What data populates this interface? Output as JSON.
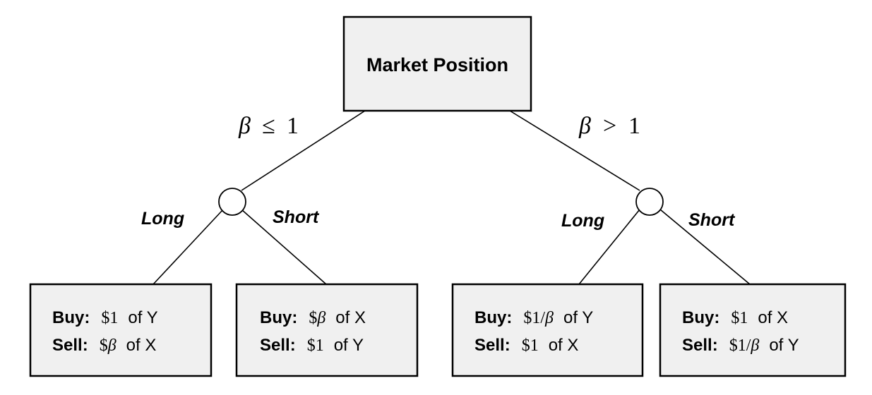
{
  "root": {
    "label": "Market Position"
  },
  "conditions": {
    "left": {
      "symbol": "β",
      "relation": "≤",
      "value": "1"
    },
    "right": {
      "symbol": "β",
      "relation": ">",
      "value": "1"
    }
  },
  "branches": {
    "left_long": "Long",
    "left_short": "Short",
    "right_long": "Long",
    "right_short": "Short"
  },
  "leaves": [
    {
      "buy": {
        "label": "Buy:",
        "amount_prefix": "$",
        "amount_main": "1",
        "amount_suffix": "",
        "asset": "of Y"
      },
      "sell": {
        "label": "Sell:",
        "amount_prefix": "$",
        "amount_main": "β",
        "amount_suffix": "",
        "asset": "of X"
      }
    },
    {
      "buy": {
        "label": "Buy:",
        "amount_prefix": "$",
        "amount_main": "β",
        "amount_suffix": "",
        "asset": "of X"
      },
      "sell": {
        "label": "Sell:",
        "amount_prefix": "$",
        "amount_main": "1",
        "amount_suffix": "",
        "asset": "of Y"
      }
    },
    {
      "buy": {
        "label": "Buy:",
        "amount_prefix": "$",
        "amount_main": "1/",
        "amount_suffix": "β",
        "asset": "of Y"
      },
      "sell": {
        "label": "Sell:",
        "amount_prefix": "$",
        "amount_main": "1",
        "amount_suffix": "",
        "asset": "of X"
      }
    },
    {
      "buy": {
        "label": "Buy:",
        "amount_prefix": "$",
        "amount_main": "1",
        "amount_suffix": "",
        "asset": "of X"
      },
      "sell": {
        "label": "Sell:",
        "amount_prefix": "$",
        "amount_main": "1/",
        "amount_suffix": "β",
        "asset": "of Y"
      }
    }
  ],
  "colors": {
    "box_fill": "#f0f0f0",
    "stroke": "#000000",
    "circle_fill": "#ffffff"
  }
}
